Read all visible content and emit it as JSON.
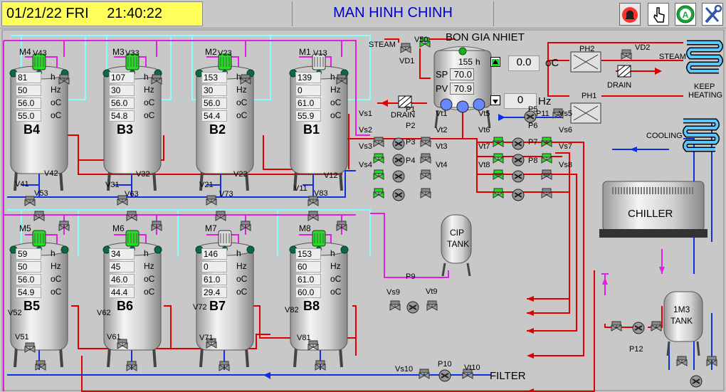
{
  "header": {
    "date": "01/21/22 FRI",
    "time": "21:40:22",
    "title": "MAN HINH CHINH"
  },
  "toolbar": {
    "alarm_icon": "alarm-bell-icon",
    "hand_icon": "hand-pointer-icon",
    "auto_icon": "auto-a-icon",
    "tools_icon": "tools-icon"
  },
  "heater": {
    "title": "BON GIA NHIET",
    "h": "155",
    "sp": "70.0",
    "pv": "70.9",
    "sp_label": "SP",
    "pv_label": "PV",
    "h_label": "h",
    "temp_value": "0.0",
    "temp_unit": "oC",
    "hz_value": "0",
    "hz_unit": "Hz"
  },
  "labels": {
    "steam": "STEAM",
    "steam2": "STEAM",
    "drain": "DRAIN",
    "drain2": "DRAIN",
    "keep_heating_1": "KEEP",
    "keep_heating_2": "HEATING",
    "cooling": "COOLING",
    "chiller": "CHILLER",
    "cip_1": "CIP",
    "cip_2": "TANK",
    "tank1m3_1": "1M3",
    "tank1m3_2": "TANK",
    "filter": "FILTER",
    "vd1": "VD1",
    "vd2": "VD2",
    "v50": "V50",
    "ph1": "PH1",
    "ph2": "PH2",
    "p11": "P11",
    "p12": "P12",
    "p10": "P10",
    "vs10": "Vs10",
    "vt10": "Vt10",
    "vs9": "Vs9",
    "p9": "P9",
    "vt9": "Vt9"
  },
  "tanks": [
    {
      "name": "B4",
      "motor": "M4",
      "h": "81",
      "hz": "50",
      "t1": "56.0",
      "t2": "55.0"
    },
    {
      "name": "B3",
      "motor": "M3",
      "h": "107",
      "hz": "30",
      "t1": "56.0",
      "t2": "54.8"
    },
    {
      "name": "B2",
      "motor": "M2",
      "h": "153",
      "hz": "30",
      "t1": "56.0",
      "t2": "54.4"
    },
    {
      "name": "B1",
      "motor": "M1",
      "h": "139",
      "hz": "0",
      "t1": "61.0",
      "t2": "55.9"
    },
    {
      "name": "B5",
      "motor": "M5",
      "h": "59",
      "hz": "50",
      "t1": "56.0",
      "t2": "54.9"
    },
    {
      "name": "B6",
      "motor": "M6",
      "h": "34",
      "hz": "45",
      "t1": "46.0",
      "t2": "44.4"
    },
    {
      "name": "B7",
      "motor": "M7",
      "h": "146",
      "hz": "0",
      "t1": "61.0",
      "t2": "29.4"
    },
    {
      "name": "B8",
      "motor": "M8",
      "h": "153",
      "hz": "60",
      "t1": "61.0",
      "t2": "60.0"
    }
  ],
  "units": {
    "h": "h",
    "hz": "Hz",
    "oc": "oC"
  },
  "valves_top": [
    "V43",
    "V33",
    "V23",
    "V13",
    "V42",
    "V41",
    "V32",
    "V31",
    "V22",
    "V21",
    "V12",
    "V11"
  ],
  "valves_bottom": [
    "V53",
    "V63",
    "V73",
    "V83",
    "V52",
    "V51",
    "V62",
    "V61",
    "V72",
    "V71",
    "V82",
    "V81"
  ],
  "manifold": [
    "Vs1",
    "P1",
    "Vt1",
    "Vs2",
    "P2",
    "Vt2",
    "Vs3",
    "P3",
    "Vt3",
    "Vs4",
    "P4",
    "Vt4",
    "Vt5",
    "P5",
    "Vs5",
    "Vt6",
    "P6",
    "Vs6",
    "Vt7",
    "P7",
    "Vs7",
    "Vt8",
    "P8",
    "Vs8"
  ]
}
